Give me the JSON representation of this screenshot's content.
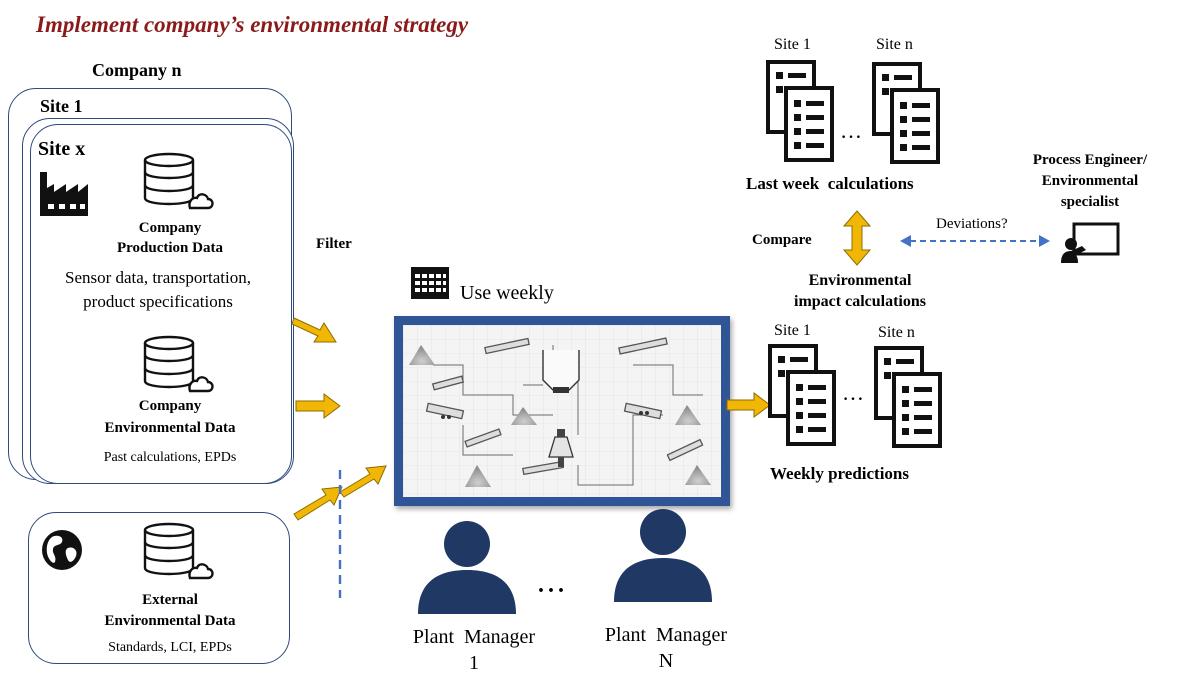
{
  "title": "Implement company’s environmental strategy",
  "company": {
    "label_company": "Company n",
    "label_site1": "Site 1",
    "label_sitex": "Site x",
    "production": {
      "title_line1": "Company",
      "title_line2": "Production Data",
      "desc_line1": "Sensor data, transportation,",
      "desc_line2": "product specifications"
    },
    "environmental": {
      "title_line1": "Company",
      "title_line2": "Environmental Data",
      "desc": "Past calculations, EPDs"
    }
  },
  "external": {
    "title_line1": "External",
    "title_line2": "Environmental Data",
    "desc": "Standards, LCI, EPDs"
  },
  "filter_label": "Filter",
  "use_weekly": "Use weekly",
  "managers": {
    "m1_line1": "Plant  Manager",
    "m1_line2": "1",
    "mN_line1": "Plant  Manager",
    "mN_line2": "N",
    "ellipsis": "..."
  },
  "top_docs": {
    "site_first": "Site 1",
    "site_last": "Site n",
    "ellipsis": "…",
    "caption": "Last week  calculations"
  },
  "compare_label": "Compare",
  "env_impact_line1": "Environmental",
  "env_impact_line2": "impact calculations",
  "bottom_docs": {
    "site_first": "Site 1",
    "site_last": "Site n",
    "ellipsis": "…",
    "caption": "Weekly predictions"
  },
  "engineer": {
    "line1": "Process Engineer/",
    "line2": "Environmental",
    "line3": "specialist"
  },
  "deviations_label": "Deviations?",
  "colors": {
    "title": "#8b1a1a",
    "box_border": "#2f4b7c",
    "arrow_fill": "#f2b705",
    "arrow_stroke": "#8a6d00",
    "screen_border": "#2f5597",
    "person": "#1f3864",
    "dashed": "#4472c4"
  },
  "icons": [
    "factory-icon",
    "database-cloud-icon",
    "globe-icon",
    "calendar-icon",
    "document-icon",
    "person-icon",
    "presenter-icon",
    "process-flowsheet"
  ]
}
